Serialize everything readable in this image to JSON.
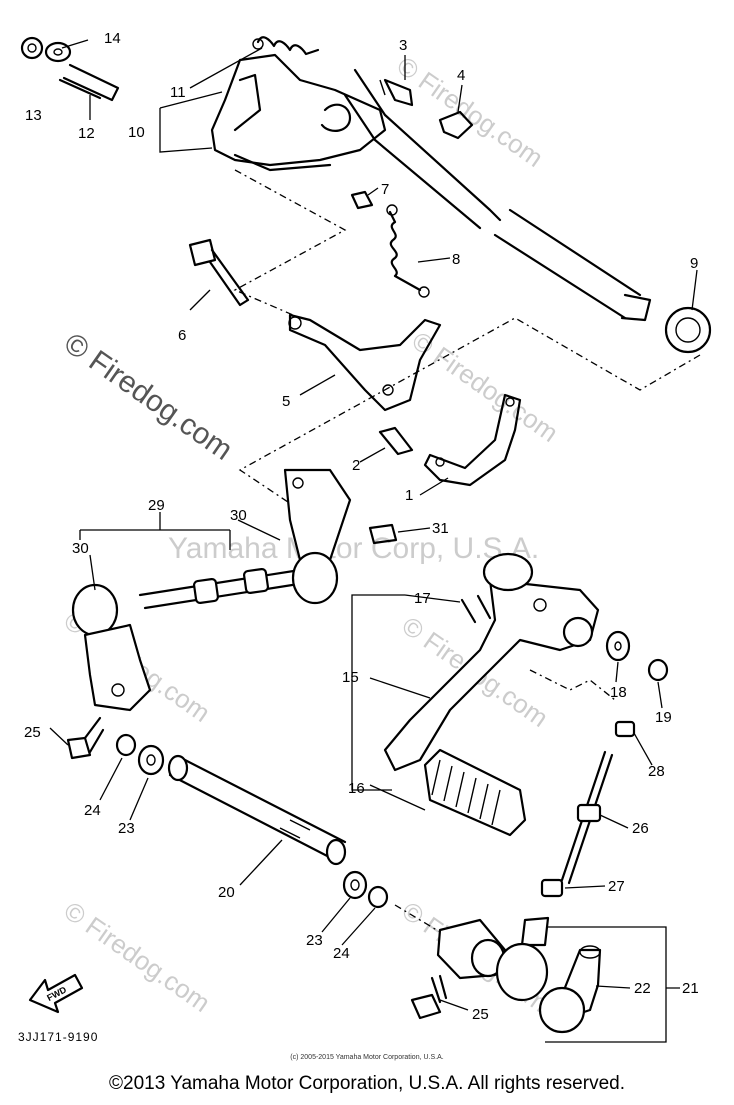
{
  "watermarks": {
    "brand_top": "© Firedog.com",
    "brand_left": "© Firedog.com",
    "brand_mid": "© Firedog.com",
    "brand_right1": "© Firedog.com",
    "brand_right2": "© Firedog.com",
    "brand_bottom_left": "© Firedog.com",
    "brand_bottom_right": "© Firedog.com",
    "center_text": "Yamaha Motor Corp, U.S.A."
  },
  "callouts": {
    "c1": "1",
    "c2": "2",
    "c3": "3",
    "c4": "4",
    "c5": "5",
    "c6": "6",
    "c7": "7",
    "c8": "8",
    "c9": "9",
    "c10": "10",
    "c11": "11",
    "c12": "12",
    "c13": "13",
    "c14": "14",
    "c15": "15",
    "c16": "16",
    "c17": "17",
    "c18": "18",
    "c19": "19",
    "c20": "20",
    "c21": "21",
    "c22": "22",
    "c23a": "23",
    "c23b": "23",
    "c24a": "24",
    "c24b": "24",
    "c25a": "25",
    "c25b": "25",
    "c26": "26",
    "c27": "27",
    "c28": "28",
    "c29": "29",
    "c30a": "30",
    "c30b": "30",
    "c31": "31"
  },
  "fwd_label": "FWD",
  "diagram_code": "3JJ171-9190",
  "small_copyright": "(c) 2005-2015 Yamaha Motor Corporation, U.S.A.",
  "footer_copyright": "©2013 Yamaha Motor Corporation, U.S.A. All rights reserved."
}
